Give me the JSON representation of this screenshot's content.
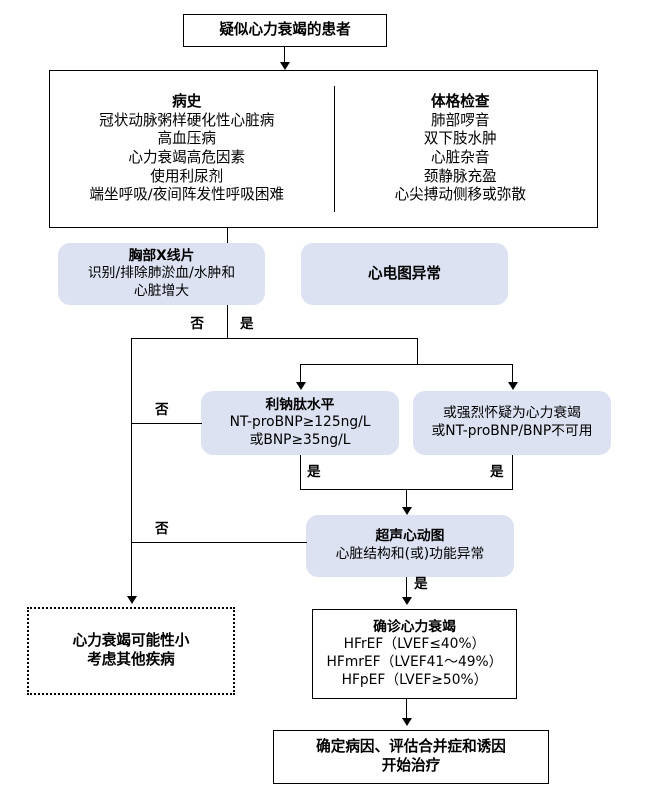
{
  "diagram": {
    "title": "疑似心力衰竭的患者",
    "accent_blue": "#dce2f1",
    "line_color": "#000000"
  },
  "nodes": {
    "suspected": {
      "label": "疑似心力衰竭的患者"
    },
    "history": {
      "title": "病史",
      "lines": [
        "冠状动脉粥样硬化性心脏病",
        "高血压病",
        "心力衰竭高危因素",
        "使用利尿剂",
        "端坐呼吸/夜间阵发性呼吸困难"
      ]
    },
    "physical_exam": {
      "title": "体格检查",
      "lines": [
        "肺部啰音",
        "双下肢水肿",
        "心脏杂音",
        "颈静脉充盈",
        "心尖搏动侧移或弥散"
      ]
    },
    "chest_xray": {
      "title": "胸部X线片",
      "lines": [
        "识别/排除肺淤血/水肿和",
        "心脏增大"
      ]
    },
    "ecg": {
      "title": "心电图异常",
      "lines": []
    },
    "natriuretic": {
      "title": "利钠肽水平",
      "lines": [
        "NT-proBNP≥125ng/L",
        "或BNP≥35ng/L"
      ]
    },
    "strong_suspicion": {
      "title": "",
      "lines": [
        "或强烈怀疑为心力衰竭",
        "或NT-proBNP/BNP不可用"
      ]
    },
    "echo": {
      "title": "超声心动图",
      "lines": [
        "心脏结构和(或)功能异常"
      ]
    },
    "unlikely": {
      "title": "",
      "lines": [
        "心力衰竭可能性小",
        "考虑其他疾病"
      ]
    },
    "confirmed": {
      "title": "确诊心力衰竭",
      "lines": [
        "HFrEF（LVEF≤40%）",
        "HFmrEF（LVEF41～49%）",
        "HFpEF（LVEF≥50%）"
      ]
    },
    "treatment": {
      "title": "",
      "lines": [
        "确定病因、评估合并症和诱因",
        "开始治疗"
      ]
    }
  },
  "edge_labels": {
    "no_xray": "否",
    "yes_ecg": "是",
    "no_natriuretic": "否",
    "yes_natriuretic": "是",
    "yes_strong": "是",
    "no_echo": "否",
    "yes_echo": "是"
  }
}
